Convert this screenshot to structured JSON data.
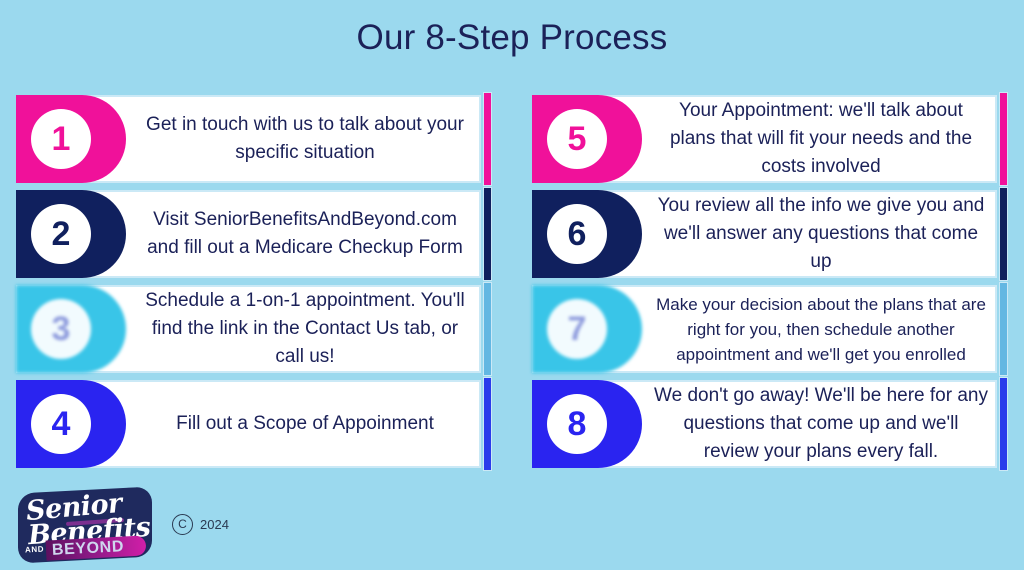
{
  "background_color": "#9bd9ee",
  "header": {
    "title": "Our 8-Step Process",
    "title_color": "#1b2158"
  },
  "steps": [
    {
      "number": "1",
      "text": "Get in touch with us to talk about your specific situation",
      "badge_color": "#f0119a",
      "number_color": "#f0119a",
      "accent_color": "#f0119a",
      "soft": false,
      "small_text": false,
      "column": "left"
    },
    {
      "number": "2",
      "text": "Visit SeniorBenefitsAndBeyond.com and fill out a Medicare Checkup Form",
      "badge_color": "#10205e",
      "number_color": "#10205e",
      "accent_color": "#10205e",
      "soft": false,
      "small_text": false,
      "column": "left"
    },
    {
      "number": "3",
      "text": "Schedule a 1-on-1 appointment. You'll find the link in the Contact Us tab, or call us!",
      "badge_color": "#39c5e8",
      "number_color": "#8e9bdd",
      "accent_color": "#63b7e2",
      "soft": true,
      "small_text": false,
      "column": "left"
    },
    {
      "number": "4",
      "text": "Fill out a Scope of Appoinment",
      "badge_color": "#2a24f0",
      "number_color": "#2a24f0",
      "accent_color": "#2a3ceb",
      "soft": false,
      "small_text": false,
      "column": "left"
    },
    {
      "number": "5",
      "text": "Your Appointment: we'll talk about plans that will fit your needs and the costs involved",
      "badge_color": "#f0119a",
      "number_color": "#f0119a",
      "accent_color": "#f0119a",
      "soft": false,
      "small_text": false,
      "column": "right"
    },
    {
      "number": "6",
      "text": "You review all the info we give you and we'll answer any questions that come up",
      "badge_color": "#10205e",
      "number_color": "#10205e",
      "accent_color": "#10205e",
      "soft": false,
      "small_text": false,
      "column": "right"
    },
    {
      "number": "7",
      "text": "Make your decision about the plans that are right for you, then schedule another appointment and we'll get you enrolled",
      "badge_color": "#39c5e8",
      "number_color": "#8e9bdd",
      "accent_color": "#63b7e2",
      "soft": true,
      "small_text": true,
      "column": "right"
    },
    {
      "number": "8",
      "text": "We don't go away! We'll be here for any questions that come up and we'll review your plans every fall.",
      "badge_color": "#2a24f0",
      "number_color": "#2a24f0",
      "accent_color": "#2a3ceb",
      "soft": false,
      "small_text": false,
      "column": "right"
    }
  ],
  "footer": {
    "logo": {
      "line1": "Senior",
      "line2": "Benefits",
      "line3_small": "AND",
      "line3_main": "BEYOND",
      "plate_color": "#1f2a5e",
      "pill_color": "#d11fa8"
    },
    "copyright": {
      "symbol": "C",
      "year": "2024"
    }
  }
}
